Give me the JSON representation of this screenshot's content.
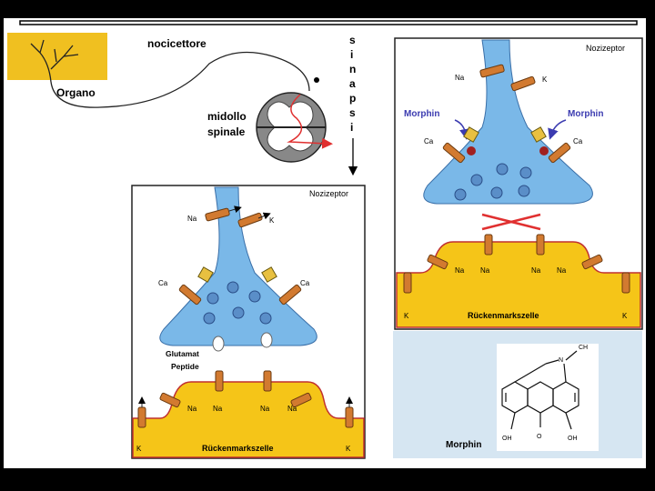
{
  "colors": {
    "neuron": "#7ab8e8",
    "neuron_stroke": "#3a6fa8",
    "cell": "#f5c518",
    "organ": "#f0c020",
    "frame": "#000000",
    "morphin_label": "#3b3bb0",
    "arrow_red": "#e03030",
    "channel": "#d27a30",
    "receptor": "#e8c040"
  },
  "overview": {
    "organ_label": "Organo",
    "nociceptor_label": "nocicettore",
    "spinal_label_1": "midollo",
    "spinal_label_2": "spinale",
    "synapse_letters": [
      "s",
      "i",
      "n",
      "a",
      "p",
      "s",
      "i"
    ]
  },
  "panel_left": {
    "title": "Nozizeptor",
    "na_top": "Na",
    "k_top": "K",
    "ca_left": "Ca",
    "ca_right": "Ca",
    "glutamat": "Glutamat",
    "peptide": "Peptide",
    "na_labels": [
      "Na",
      "Na",
      "Na",
      "Na"
    ],
    "k_left": "K",
    "k_right": "K",
    "cell_label": "Rückenmarkszelle"
  },
  "panel_right": {
    "title": "Nozizeptor",
    "na_top": "Na",
    "k_top": "K",
    "morphin_left": "Morphin",
    "morphin_right": "Morphin",
    "ca_left": "Ca",
    "ca_right": "Ca",
    "na_labels": [
      "Na",
      "Na",
      "Na",
      "Na"
    ],
    "k_left": "K",
    "k_right": "K",
    "cell_label": "Rückenmarkszelle"
  },
  "morphine_structure": {
    "label": "Morphin",
    "ch3": "CH",
    "n": "N",
    "oh_left": "OH",
    "o": "O",
    "oh_right": "OH"
  }
}
